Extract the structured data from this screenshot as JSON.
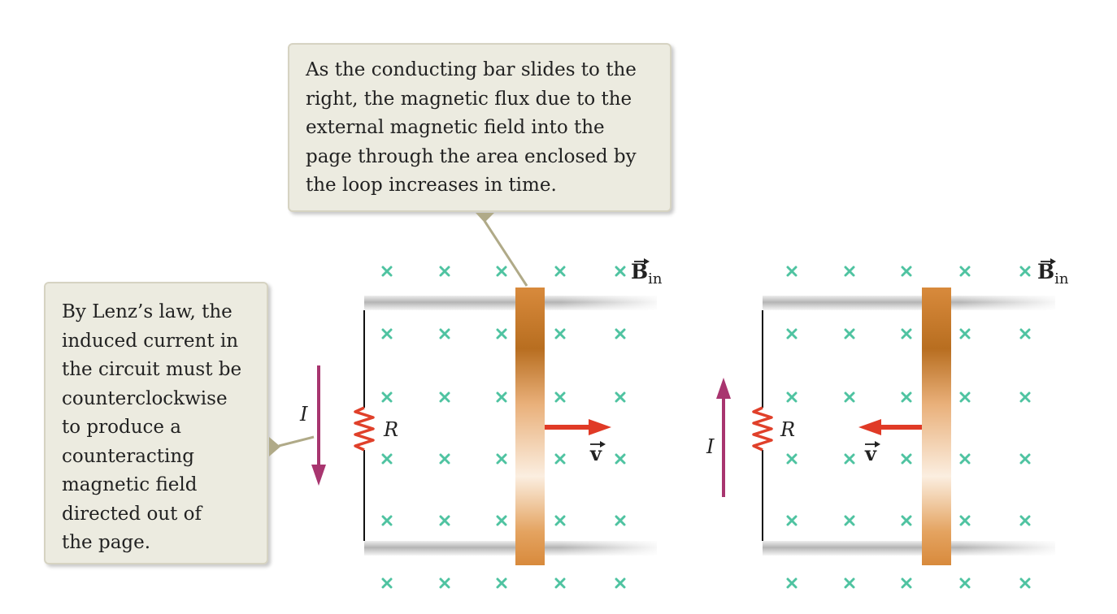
{
  "callouts": {
    "top": {
      "lines": [
        "As the conducting bar slides to the",
        "right, the magnetic flux due to the",
        "external magnetic field into the",
        "page through the area enclosed by",
        "the loop increases in time."
      ]
    },
    "left": {
      "lines": [
        "By Lenz’s law, the",
        "induced current in",
        "the circuit must be",
        "counterclockwise",
        "to produce a",
        "counteracting",
        "magnetic field",
        "directed out of",
        "the page."
      ]
    }
  },
  "panels": {
    "left": {
      "field_label": "B",
      "field_subscript": "in",
      "current_label": "I",
      "resistor_label": "R",
      "velocity_label": "v",
      "current_direction": "down",
      "bar_motion": "right"
    },
    "right": {
      "field_label": "B",
      "field_subscript": "in",
      "current_label": "I",
      "resistor_label": "R",
      "velocity_label": "v",
      "current_direction": "up",
      "bar_motion": "left"
    }
  },
  "colors": {
    "field_marker": "#4fc3a1",
    "velocity_arrow": "#e03a26",
    "current_arrow": "#a8356f",
    "resistor": "#e0402a",
    "bar": "#d98a3a",
    "callout_bg": "#ecebe0",
    "callout_pointer": "#b0aa88"
  }
}
